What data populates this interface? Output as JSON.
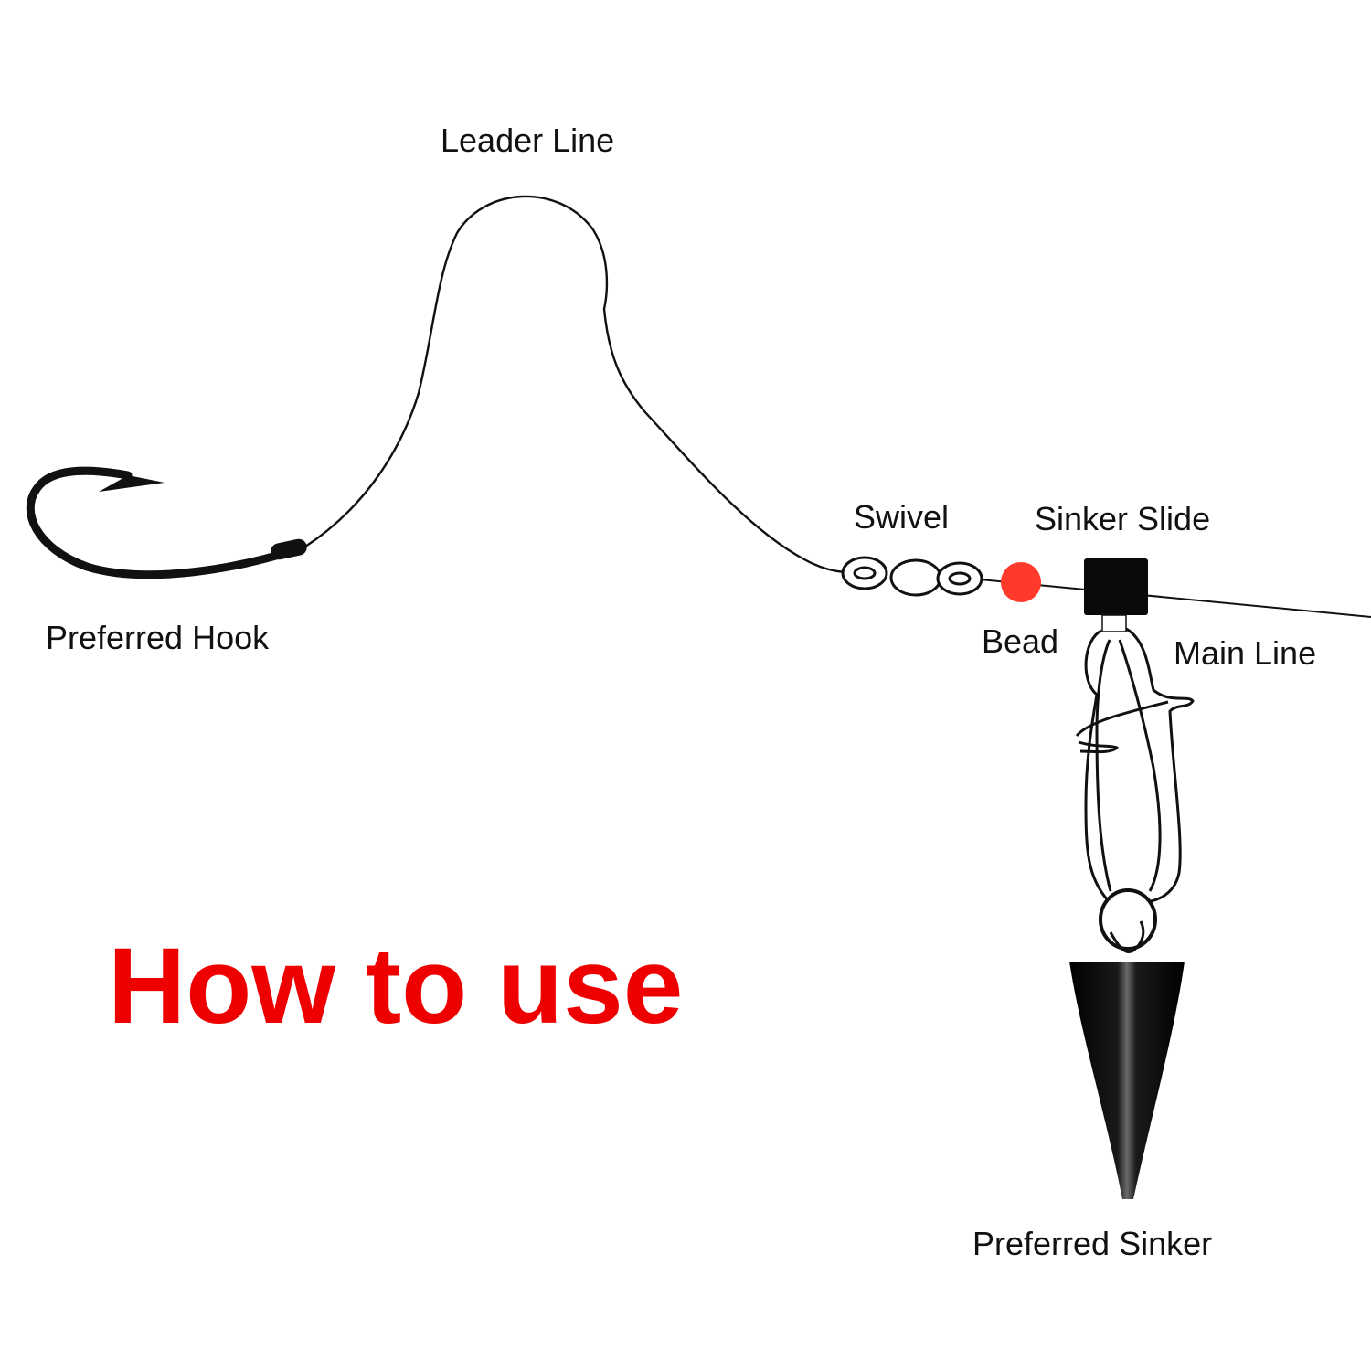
{
  "colors": {
    "background": "#ffffff",
    "line": "#111111",
    "title": "#ee0000",
    "bead": "#ff3a2a",
    "sinker": "#0a0a0a"
  },
  "title": "How to use",
  "labels": {
    "leader_line": "Leader Line",
    "swivel": "Swivel",
    "sinker_slide": "Sinker Slide",
    "bead": "Bead",
    "main_line": "Main Line",
    "preferred_hook": "Preferred Hook",
    "preferred_sinker": "Preferred Sinker"
  },
  "icons": [
    "fishing-hook-icon",
    "barrel-swivel-icon",
    "bead-icon",
    "sinker-slide-icon",
    "snap-clip-icon",
    "cone-sinker-icon"
  ]
}
